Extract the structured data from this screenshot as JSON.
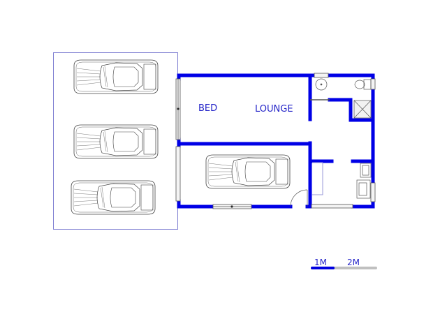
{
  "floorplan": {
    "rooms": [
      {
        "id": "bed",
        "label": "BED"
      },
      {
        "id": "lounge",
        "label": "LOUNGE"
      }
    ],
    "parking": {
      "cars": 3
    },
    "garage": {
      "cars": 1
    }
  },
  "scale_bar": {
    "label_1": "1M",
    "label_2": "2M",
    "colors": {
      "primary": "#0000e0",
      "secondary": "#c0c0c0"
    }
  },
  "colors": {
    "wall": "#0000e6",
    "outline": "#7b7bd0",
    "fixture": "#555555",
    "text": "#2323c8"
  }
}
